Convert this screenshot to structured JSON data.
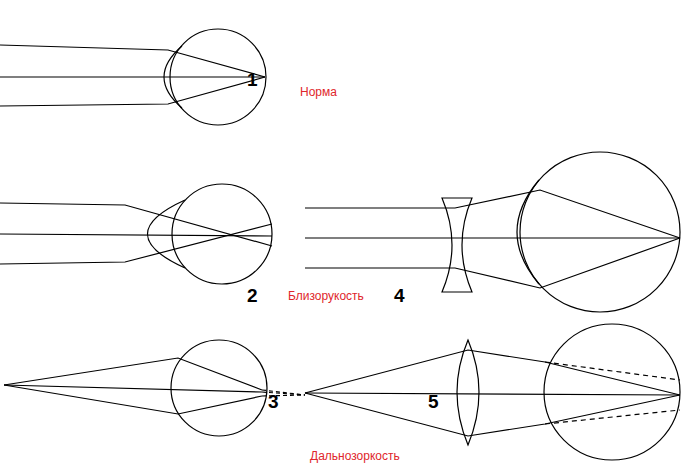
{
  "diagram": {
    "labels": [
      "1",
      "Норма",
      "2",
      "Близорукость",
      "4",
      "3",
      "5",
      "Дальнозоркость"
    ]
  }
}
